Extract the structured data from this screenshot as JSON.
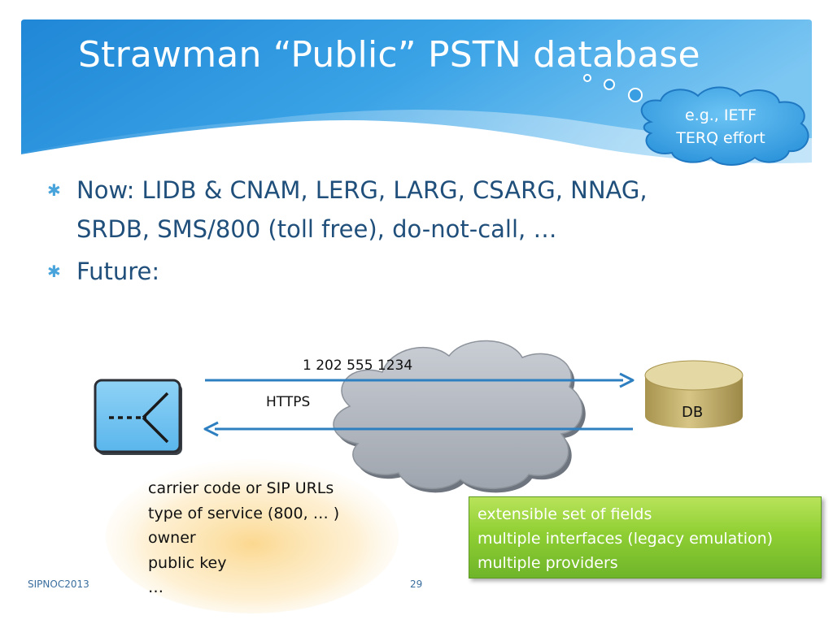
{
  "title": "Strawman “Public” PSTN database",
  "callout": {
    "line1": "e.g., IETF",
    "line2": "TERQ effort"
  },
  "bullets": [
    {
      "line1": "Now: LIDB & CNAM, LERG, LARG, CSARG, NNAG,",
      "line2": "SRDB, SMS/800 (toll free), do-not-call, …"
    },
    {
      "line1": "Future:"
    }
  ],
  "diagram": {
    "phone_number": "1 202 555 1234",
    "protocol": "HTTPS",
    "db_label": "DB",
    "fields": [
      "carrier code or SIP URLs",
      "type of service (800, … )",
      "owner",
      "public key",
      "…"
    ],
    "features": [
      "extensible set of fields",
      "multiple interfaces (legacy emulation)",
      "multiple providers"
    ]
  },
  "footer": {
    "left": "SIPNOC2013",
    "page": "29"
  },
  "colors": {
    "banner": "#2f96dc",
    "bullet_text": "#1f4f7a",
    "arrow": "#2e7fc0",
    "db": "#c9b570",
    "features_box": "#8fcf33"
  }
}
